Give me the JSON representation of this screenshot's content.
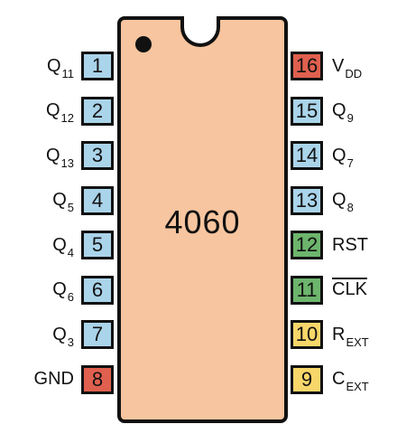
{
  "chip": {
    "label": "4060"
  },
  "colors": {
    "body": "#f7c59f",
    "outline": "#111111",
    "q_pin": "#aad4ea",
    "power_vdd": "#e0604f",
    "ground": "#e0604f",
    "control": "#6db56d",
    "oscillator": "#f7d76a"
  },
  "left_pins": [
    {
      "num": "1",
      "name": "Q",
      "sub": "11",
      "color": "#aad4ea"
    },
    {
      "num": "2",
      "name": "Q",
      "sub": "12",
      "color": "#aad4ea"
    },
    {
      "num": "3",
      "name": "Q",
      "sub": "13",
      "color": "#aad4ea"
    },
    {
      "num": "4",
      "name": "Q",
      "sub": "5",
      "color": "#aad4ea"
    },
    {
      "num": "5",
      "name": "Q",
      "sub": "4",
      "color": "#aad4ea"
    },
    {
      "num": "6",
      "name": "Q",
      "sub": "6",
      "color": "#aad4ea"
    },
    {
      "num": "7",
      "name": "Q",
      "sub": "3",
      "color": "#aad4ea"
    },
    {
      "num": "8",
      "name": "GND",
      "sub": "",
      "color": "#e0604f"
    }
  ],
  "right_pins": [
    {
      "num": "16",
      "name": "V",
      "sub": "DD",
      "color": "#e0604f"
    },
    {
      "num": "15",
      "name": "Q",
      "sub": "9",
      "color": "#aad4ea"
    },
    {
      "num": "14",
      "name": "Q",
      "sub": "7",
      "color": "#aad4ea"
    },
    {
      "num": "13",
      "name": "Q",
      "sub": "8",
      "color": "#aad4ea"
    },
    {
      "num": "12",
      "name": "RST",
      "sub": "",
      "color": "#6db56d"
    },
    {
      "num": "11",
      "name": "CLK",
      "sub": "",
      "color": "#6db56d",
      "overline": true
    },
    {
      "num": "10",
      "name": "R",
      "sub": "EXT",
      "color": "#f7d76a"
    },
    {
      "num": "9",
      "name": "C",
      "sub": "EXT",
      "color": "#f7d76a"
    }
  ]
}
